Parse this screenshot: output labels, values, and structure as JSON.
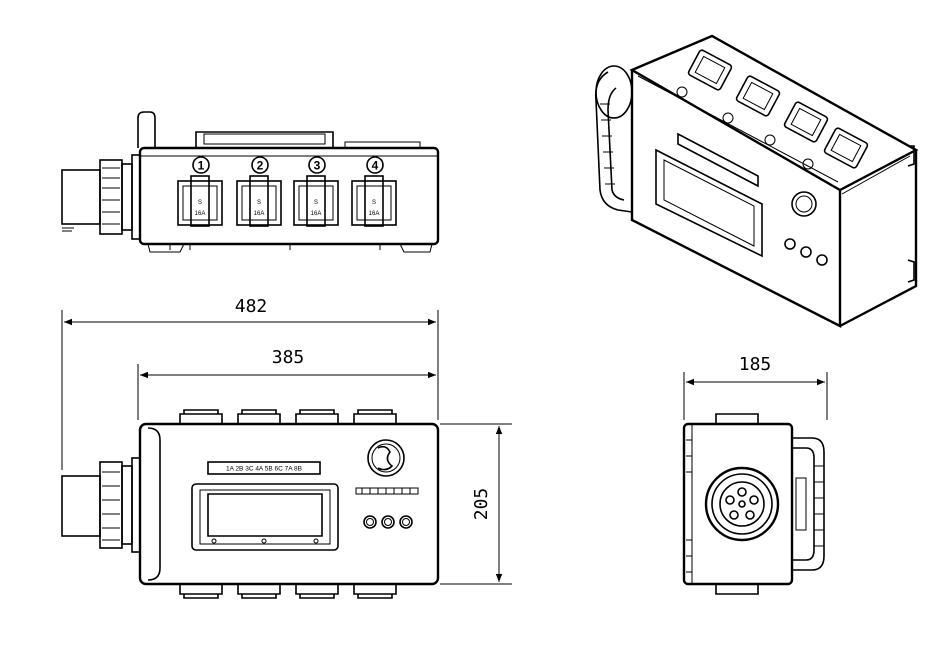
{
  "dimensions": {
    "overall_width": "482",
    "body_width": "385",
    "depth": "205",
    "side_width": "185"
  },
  "socket_numbers": [
    "1",
    "2",
    "3",
    "4"
  ],
  "label_strip": "1A  2B  3C  4A  5B  6C  7A  8B"
}
